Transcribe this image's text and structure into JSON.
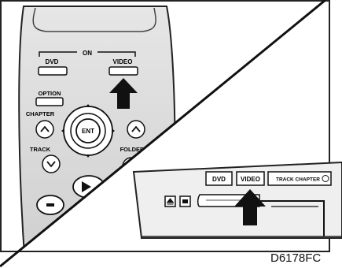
{
  "remote": {
    "group_label": "ON",
    "dvd_label": "DVD",
    "video_label": "VIDEO",
    "option_label": "OPTION",
    "chapter_label": "CHAPTER",
    "track_label": "TRACK",
    "folder_label": "FOLDER",
    "ent_label": "ENT"
  },
  "unit": {
    "dvd_label": "DVD",
    "video_label": "VIDEO",
    "track_chapter_label": "TRACK CHAPTER"
  },
  "figure_code": "D6178FC"
}
